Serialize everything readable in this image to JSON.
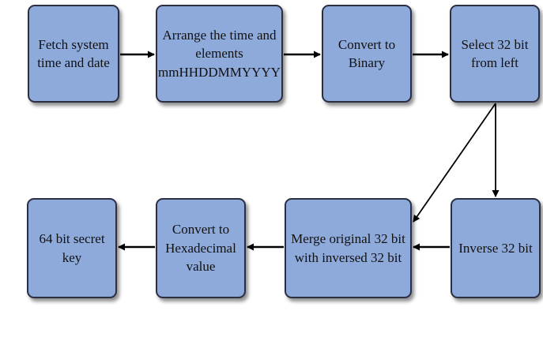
{
  "diagram": {
    "nodes": [
      {
        "id": "fetch",
        "lines": [
          "Fetch system",
          "time and date"
        ]
      },
      {
        "id": "arrange",
        "lines": [
          "Arrange the time and",
          "elements",
          "mmHHDDMMYYYY"
        ]
      },
      {
        "id": "binary",
        "lines": [
          "Convert to",
          "Binary"
        ]
      },
      {
        "id": "select",
        "lines": [
          "Select 32 bit",
          "from left"
        ]
      },
      {
        "id": "inverse",
        "lines": [
          "Inverse 32 bit"
        ]
      },
      {
        "id": "merge",
        "lines": [
          "Merge original 32 bit",
          "with inversed 32 bit"
        ]
      },
      {
        "id": "hex",
        "lines": [
          "Convert to",
          "Hexadecimal",
          "value"
        ]
      },
      {
        "id": "secret",
        "lines": [
          "64 bit secret",
          "key"
        ]
      }
    ],
    "edges": [
      {
        "from": "fetch",
        "to": "arrange"
      },
      {
        "from": "arrange",
        "to": "binary"
      },
      {
        "from": "binary",
        "to": "select"
      },
      {
        "from": "select",
        "to": "merge"
      },
      {
        "from": "select",
        "to": "inverse"
      },
      {
        "from": "inverse",
        "to": "merge"
      },
      {
        "from": "merge",
        "to": "hex"
      },
      {
        "from": "hex",
        "to": "secret"
      }
    ],
    "colors": {
      "box_fill": "#8eaadb",
      "box_border": "#2b2f44",
      "arrow": "#000000"
    }
  }
}
